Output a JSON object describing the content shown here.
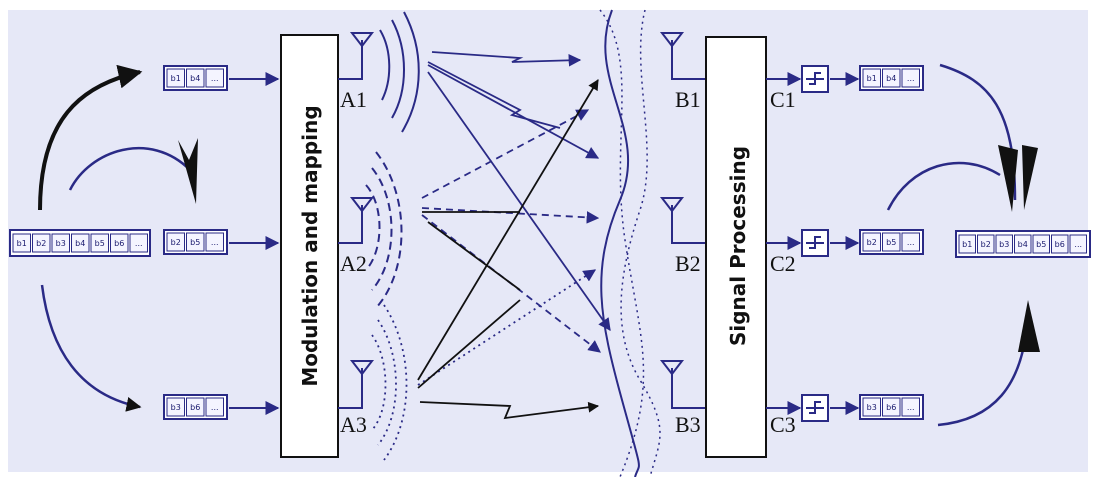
{
  "colors": {
    "background": "#e6e8f7",
    "line": "#2a2a86",
    "black": "#111111"
  },
  "blocks": {
    "modulation_label": "Modulation and mapping",
    "signal_processing_label": "Signal Processing"
  },
  "antenna_labels": {
    "tx": [
      "A1",
      "A2",
      "A3"
    ],
    "rx": [
      "B1",
      "B2",
      "B3"
    ],
    "out": [
      "C1",
      "C2",
      "C3"
    ]
  },
  "source_stream": [
    "b1",
    "b2",
    "b3",
    "b4",
    "b5",
    "b6",
    "..."
  ],
  "output_stream": [
    "b1",
    "b2",
    "b3",
    "b4",
    "b5",
    "b6",
    "..."
  ],
  "tx_streams": [
    [
      "b1",
      "b4",
      "..."
    ],
    [
      "b2",
      "b5",
      "..."
    ],
    [
      "b3",
      "b6",
      "..."
    ]
  ],
  "rx_streams": [
    [
      "b1",
      "b4",
      "..."
    ],
    [
      "b2",
      "b5",
      "..."
    ],
    [
      "b3",
      "b6",
      "..."
    ]
  ]
}
